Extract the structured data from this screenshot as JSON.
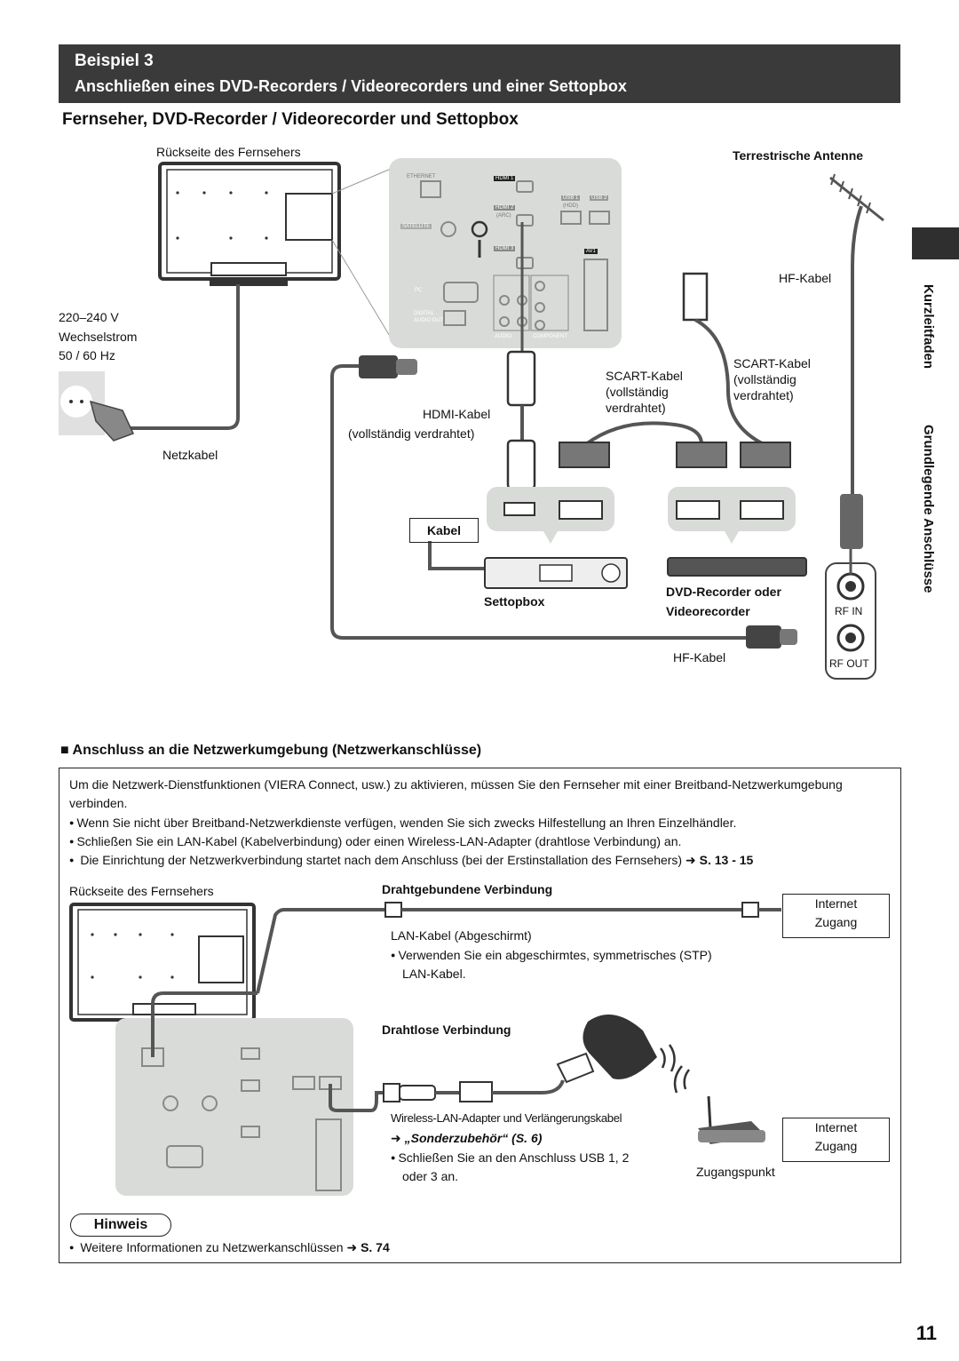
{
  "banner": {
    "title": "Beispiel 3",
    "subtitle": "Anschließen eines DVD-Recorders / Videorecorders und einer Settopbox"
  },
  "section1": {
    "heading": "Fernseher, DVD-Recorder / Videorecorder und Settopbox",
    "tv_back": "Rückseite des Fernsehers",
    "voltage": "220–240 V",
    "ac": "Wechselstrom",
    "freq": "50 / 60 Hz",
    "power_cable": "Netzkabel",
    "antenna": "Terrestrische Antenne",
    "hf_cable_top": "HF-Kabel",
    "scart1_a": "SCART-Kabel",
    "scart1_b": "(vollständig",
    "scart1_c": "verdrahtet)",
    "scart2_a": "SCART-Kabel",
    "scart2_b": "(vollständig",
    "scart2_c": "verdrahtet)",
    "hdmi_a": "HDMI-Kabel",
    "hdmi_b": "(vollständig verdrahtet)",
    "kabel": "Kabel",
    "settopbox": "Settopbox",
    "dvd_a": "DVD-Recorder oder",
    "dvd_b": "Videorecorder",
    "hf_cable_bottom": "HF-Kabel",
    "rf_in": "RF IN",
    "rf_out": "RF OUT"
  },
  "panel_labels": {
    "ethernet": "ETHERNET",
    "hdmi1": "HDMI 1",
    "hdmi2": "HDMI 2",
    "arc": "(ARC)",
    "hdmi3": "HDMI 3",
    "usb1": "USB 1",
    "usb2": "USB 2",
    "hdd": "(HDD)",
    "satellite": "SATELLITE",
    "av1": "AV1",
    "pc": "PC",
    "digital": "DIGITAL",
    "audio_out": "AUDIO OUT",
    "audio": "AUDIO",
    "component": "COMPONENT"
  },
  "sidebar": {
    "tab1": "Kurzleitfaden",
    "tab2": "Grundlegende Anschlüsse"
  },
  "section2": {
    "heading": "Anschluss an die Netzwerkumgebung (Netzwerkanschlüsse)",
    "intro": "Um die Netzwerk-Dienstfunktionen (VIERA Connect, usw.) zu aktivieren, müssen Sie den Fernseher mit einer Breitband-Netzwerkumgebung verbinden.",
    "b1": "Wenn Sie nicht über Breitband-Netzwerkdienste verfügen, wenden Sie sich zwecks Hilfestellung an Ihren Einzelhändler.",
    "b2": "Schließen Sie ein LAN-Kabel (Kabelverbindung) oder einen Wireless-LAN-Adapter (drahtlose Verbindung) an.",
    "b3": "Die Einrichtung der Netzwerkverbindung startet nach dem Anschluss (bei der Erstinstallation des Fernsehers)",
    "b3_ref": "S. 13 - 15",
    "tv_back": "Rückseite des Fernsehers",
    "wired_title": "Drahtgebundene Verbindung",
    "lan_cable": "LAN-Kabel (Abgeschirmt)",
    "lan_note_a": "Verwenden Sie ein abgeschirmtes, symmetrisches (STP)",
    "lan_note_b": "LAN-Kabel.",
    "internet1_a": "Internet",
    "internet1_b": "Zugang",
    "wireless_title": "Drahtlose Verbindung",
    "adapter": "Wireless-LAN-Adapter und Verlängerungskabel",
    "accessory_ref": "„Sonderzubehör“ (S. 6)",
    "usb_note_a": "Schließen Sie an den Anschluss USB 1, 2",
    "usb_note_b": "oder 3 an.",
    "access_point": "Zugangspunkt",
    "internet2_a": "Internet",
    "internet2_b": "Zugang",
    "hinweis": "Hinweis",
    "note": "Weitere Informationen zu Netzwerkanschlüssen",
    "note_ref": "S. 74"
  },
  "page_number": "11"
}
